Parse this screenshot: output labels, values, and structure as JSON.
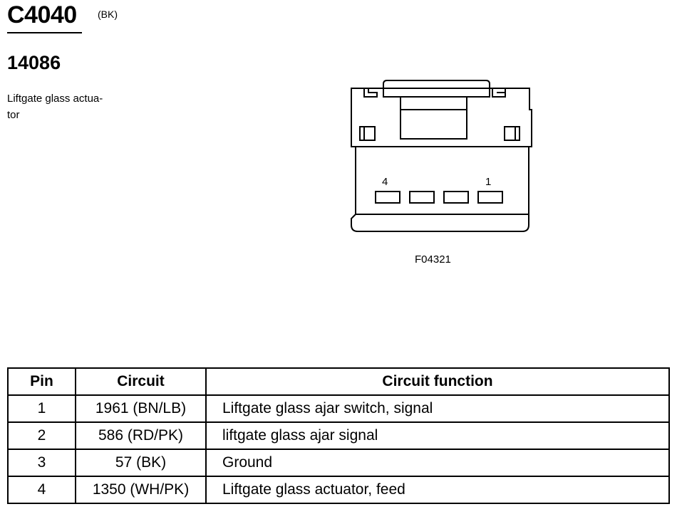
{
  "connector": {
    "id": "C4040",
    "color_code": "(BK)",
    "part_number": "14086",
    "description": "Liftgate glass actua-\ntor",
    "figure_id": "F04321",
    "pin_labels": {
      "left": "4",
      "right": "1"
    }
  },
  "table": {
    "headers": {
      "pin": "Pin",
      "circuit": "Circuit",
      "function": "Circuit function"
    },
    "rows": [
      {
        "pin": "1",
        "circuit": "1961 (BN/LB)",
        "function": "Liftgate glass ajar switch, signal"
      },
      {
        "pin": "2",
        "circuit": "586 (RD/PK)",
        "function": "liftgate glass ajar signal"
      },
      {
        "pin": "3",
        "circuit": "57 (BK)",
        "function": "Ground"
      },
      {
        "pin": "4",
        "circuit": "1350 (WH/PK)",
        "function": "Liftgate glass actuator, feed"
      }
    ]
  }
}
